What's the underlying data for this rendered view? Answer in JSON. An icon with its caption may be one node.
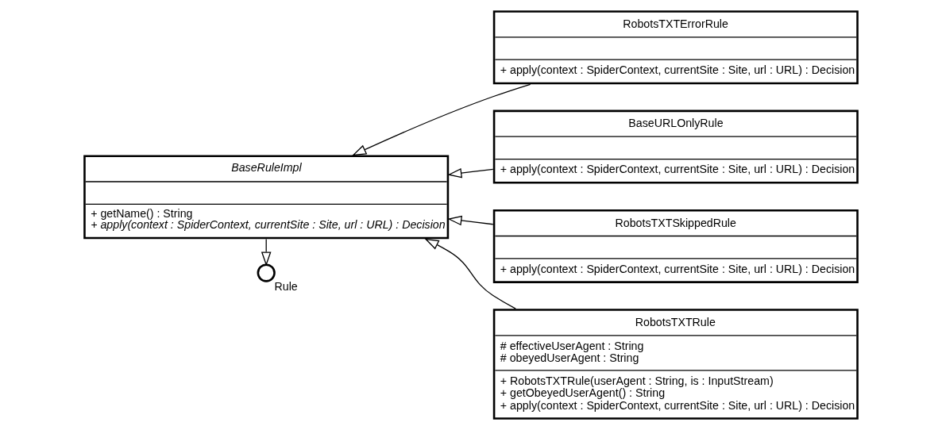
{
  "diagram": {
    "nodes": [
      {
        "text": [
          "Rule"
        ]
      },
      {
        "text": [
          "BaseRuleImpl",
          "+ getName() : String",
          "+ apply(context : SpiderContext, currentSite : Site, url : URL) : Decision"
        ]
      },
      {
        "text": [
          "RobotsTXTErrorRule",
          "+ apply(context : SpiderContext, currentSite : Site, url : URL) : Decision"
        ]
      },
      {
        "text": [
          "BaseURLOnlyRule",
          "+ apply(context : SpiderContext, currentSite : Site, url : URL) : Decision"
        ]
      },
      {
        "text": [
          "RobotsTXTSkippedRule",
          "+ apply(context : SpiderContext, currentSite : Site, url : URL) : Decision"
        ]
      },
      {
        "text": [
          "RobotsTXTRule",
          "# effectiveUserAgent : String",
          "# obeyedUserAgent : String",
          "+ RobotsTXTRule(userAgent : String, is : InputStream)",
          "+ getObeyedUserAgent() : String",
          "+ apply(context : SpiderContext, currentSite : Site, url : URL) : Decision"
        ]
      }
    ],
    "edges": [
      {
        "from": 1,
        "to": 0,
        "arrow": "to"
      },
      {
        "from": 2,
        "to": 1,
        "arrow": "to"
      },
      {
        "from": 3,
        "to": 1,
        "arrow": "to"
      },
      {
        "from": 4,
        "to": 1,
        "arrow": "to"
      },
      {
        "from": 5,
        "to": 1,
        "arrow": "to"
      }
    ]
  }
}
